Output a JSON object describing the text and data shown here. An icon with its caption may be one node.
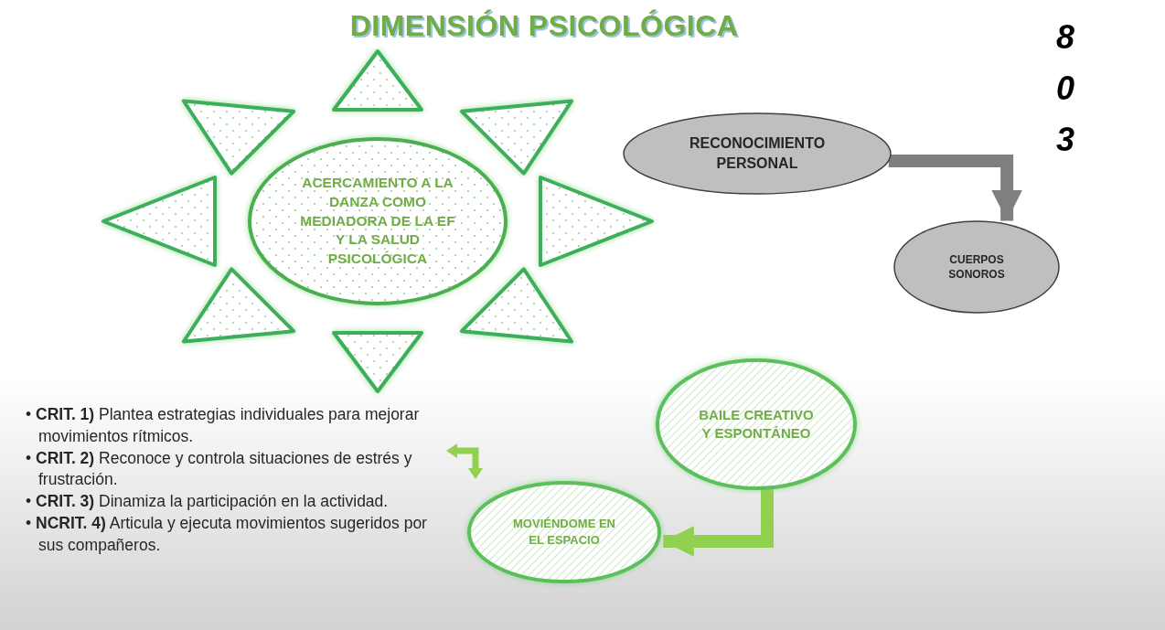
{
  "diagram": {
    "title": "DIMENSIÓN PSICOLÓGICA",
    "nodes": [
      {
        "text": [
          "ACERCAMIENTO A LA DANZA COMO MEDIADORA DE LA EF Y LA SALUD PSICOLÓGICA"
        ]
      },
      {
        "text": [
          "RECONOCIMIENTO PERSONAL"
        ]
      },
      {
        "text": [
          "CUERPOS SONOROS"
        ]
      },
      {
        "text": [
          "BAILE CREATIVO Y ESPONTÁNEO"
        ]
      },
      {
        "text": [
          "MOVIÉNDOME EN EL ESPACIO"
        ]
      }
    ],
    "edges": [
      {
        "from": 1,
        "to": 2,
        "arrow": "to",
        "color": "#7f7f7f"
      },
      {
        "from": 3,
        "to": 4,
        "arrow": "to",
        "color": "#92d050"
      }
    ],
    "labels": [
      "8",
      "0",
      "3",
      "• **CRIT. 1)** Plantea estrategias individuales para mejorar movimientos rítmicos.",
      "• **CRIT. 2)** Reconoce y controla situaciones de estrés y frustración.",
      "• **CRIT. 3)** Dinamiza la participación en la actividad.",
      "• **NCRIT. 4)** Articula y ejecuta movimientos sugeridos por sus compañeros."
    ]
  }
}
